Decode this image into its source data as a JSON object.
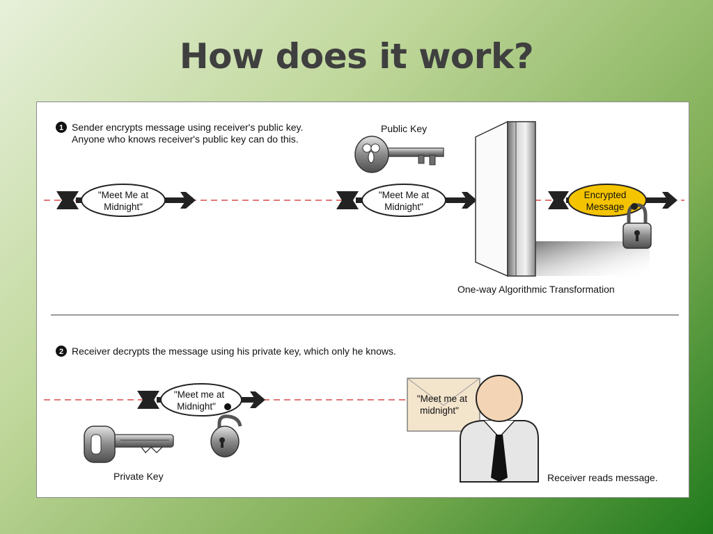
{
  "slide": {
    "title": "How does it work?"
  },
  "diagram": {
    "step1": {
      "number": "1",
      "line1": "Sender encrypts message using receiver's public key.",
      "line2": "Anyone who knows receiver's public key can do this."
    },
    "public_key_label": "Public Key",
    "message_plain": {
      "line1": "\"Meet Me at",
      "line2": "Midnight\""
    },
    "encrypted_message": {
      "line1": "Encrypted",
      "line2": "Message"
    },
    "transformation_label": "One-way Algorithmic Transformation",
    "step2": {
      "number": "2",
      "text": "Receiver decrypts the message using his private key, which only he knows."
    },
    "message_decrypted": {
      "line1": "\"Meet me at",
      "line2": "Midnight\""
    },
    "private_key_label": "Private Key",
    "envelope": {
      "line1": "\"Meet me at",
      "line2": "midnight\""
    },
    "receiver_label": "Receiver reads message.",
    "colors": {
      "dash_red": "#d94a4a",
      "encrypted_fill": "#f5c400",
      "title": "#3f3f3f"
    }
  }
}
